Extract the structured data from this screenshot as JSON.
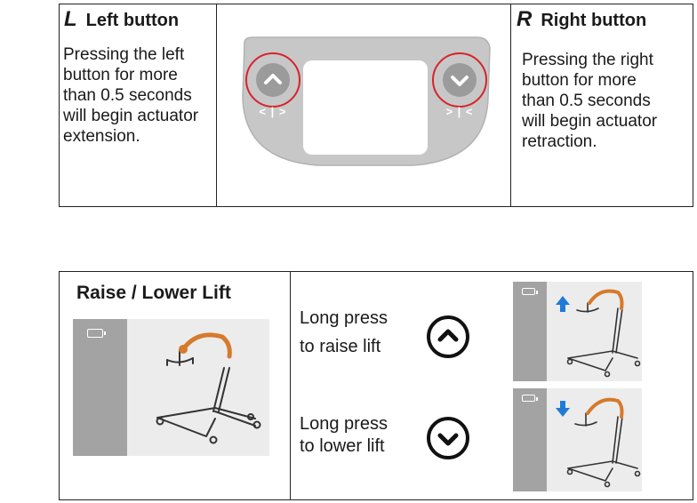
{
  "top_table": {
    "left": {
      "letter": "L",
      "title": "Left button",
      "description": "Pressing the left\nbutton for more\nthan 0.5 seconds\nwill begin actuator\nextension."
    },
    "right": {
      "letter": "R",
      "title": "Right button",
      "description": "Pressing the right\nbutton for more\nthan 0.5 seconds\nwill begin actuator\nretraction."
    },
    "keypad": {
      "left_glyph": "< | >",
      "right_glyph": "> | <",
      "left_icon": "chevron-up-icon",
      "right_icon": "chevron-down-icon",
      "highlight_color": "#d8232a"
    }
  },
  "bottom_table": {
    "title": "Raise / Lower Lift",
    "raise_label": "Long press\nto raise lift",
    "lower_label": "Long press\nto lower lift",
    "raise_icon": "chevron-up-icon",
    "lower_icon": "chevron-down-icon",
    "arrow_color": "#1f7bd6",
    "boom_color": "#d67a2b"
  }
}
